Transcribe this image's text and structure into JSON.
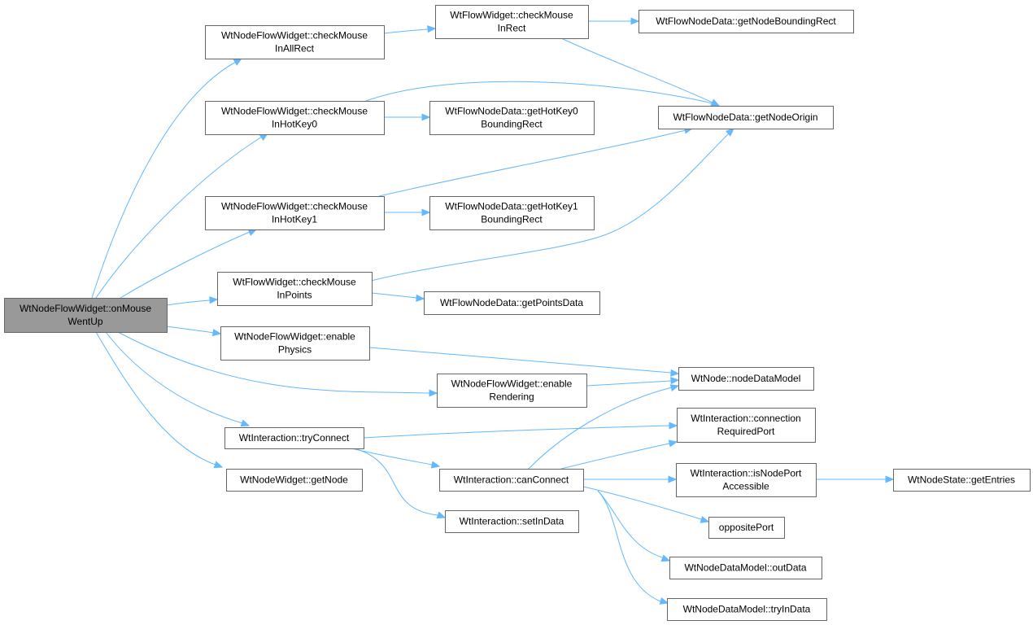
{
  "colors": {
    "edge": "#63b8ff",
    "node_border": "#666666",
    "node_fill": "#ffffff",
    "root_fill": "#999999"
  },
  "nodes": {
    "root": {
      "lines": [
        "WtNodeFlowWidget::onMouse",
        "WentUp"
      ]
    },
    "allRect": {
      "lines": [
        "WtNodeFlowWidget::checkMouse",
        "InAllRect"
      ]
    },
    "fwInRect": {
      "lines": [
        "WtFlowWidget::checkMouse",
        "InRect"
      ]
    },
    "bounding": {
      "lines": [
        "WtFlowNodeData::getNodeBoundingRect"
      ]
    },
    "hotKey0": {
      "lines": [
        "WtNodeFlowWidget::checkMouse",
        "InHotKey0"
      ]
    },
    "hk0Rect": {
      "lines": [
        "WtFlowNodeData::getHotKey0",
        "BoundingRect"
      ]
    },
    "origin": {
      "lines": [
        "WtFlowNodeData::getNodeOrigin"
      ]
    },
    "hotKey1": {
      "lines": [
        "WtNodeFlowWidget::checkMouse",
        "InHotKey1"
      ]
    },
    "hk1Rect": {
      "lines": [
        "WtFlowNodeData::getHotKey1",
        "BoundingRect"
      ]
    },
    "inPoints": {
      "lines": [
        "WtFlowWidget::checkMouse",
        "InPoints"
      ]
    },
    "pointsData": {
      "lines": [
        "WtFlowNodeData::getPointsData"
      ]
    },
    "physics": {
      "lines": [
        "WtNodeFlowWidget::enable",
        "Physics"
      ]
    },
    "rendering": {
      "lines": [
        "WtNodeFlowWidget::enable",
        "Rendering"
      ]
    },
    "dataModel": {
      "lines": [
        "WtNode::nodeDataModel"
      ]
    },
    "tryConnect": {
      "lines": [
        "WtInteraction::tryConnect"
      ]
    },
    "connReq": {
      "lines": [
        "WtInteraction::connection",
        "RequiredPort"
      ]
    },
    "canConnect": {
      "lines": [
        "WtInteraction::canConnect"
      ]
    },
    "getNode": {
      "lines": [
        "WtNodeWidget::getNode"
      ]
    },
    "portAcc": {
      "lines": [
        "WtInteraction::isNodePort",
        "Accessible"
      ]
    },
    "entries": {
      "lines": [
        "WtNodeState::getEntries"
      ]
    },
    "setInData": {
      "lines": [
        "WtInteraction::setInData"
      ]
    },
    "opposite": {
      "lines": [
        "oppositePort"
      ]
    },
    "outData": {
      "lines": [
        "WtNodeDataModel::outData"
      ]
    },
    "tryInData": {
      "lines": [
        "WtNodeDataModel::tryInData"
      ]
    }
  },
  "edges": [
    [
      "root",
      "allRect"
    ],
    [
      "root",
      "hotKey0"
    ],
    [
      "root",
      "hotKey1"
    ],
    [
      "root",
      "inPoints"
    ],
    [
      "root",
      "physics"
    ],
    [
      "root",
      "rendering"
    ],
    [
      "root",
      "tryConnect"
    ],
    [
      "root",
      "getNode"
    ],
    [
      "allRect",
      "fwInRect"
    ],
    [
      "fwInRect",
      "bounding"
    ],
    [
      "fwInRect",
      "origin"
    ],
    [
      "hotKey0",
      "origin"
    ],
    [
      "hotKey0",
      "hk0Rect"
    ],
    [
      "hotKey1",
      "origin"
    ],
    [
      "hotKey1",
      "hk1Rect"
    ],
    [
      "inPoints",
      "origin"
    ],
    [
      "inPoints",
      "pointsData"
    ],
    [
      "physics",
      "dataModel"
    ],
    [
      "rendering",
      "dataModel"
    ],
    [
      "tryConnect",
      "connReq"
    ],
    [
      "tryConnect",
      "canConnect"
    ],
    [
      "tryConnect",
      "setInData"
    ],
    [
      "canConnect",
      "dataModel"
    ],
    [
      "canConnect",
      "connReq"
    ],
    [
      "canConnect",
      "portAcc"
    ],
    [
      "canConnect",
      "opposite"
    ],
    [
      "canConnect",
      "outData"
    ],
    [
      "canConnect",
      "tryInData"
    ],
    [
      "portAcc",
      "entries"
    ]
  ]
}
